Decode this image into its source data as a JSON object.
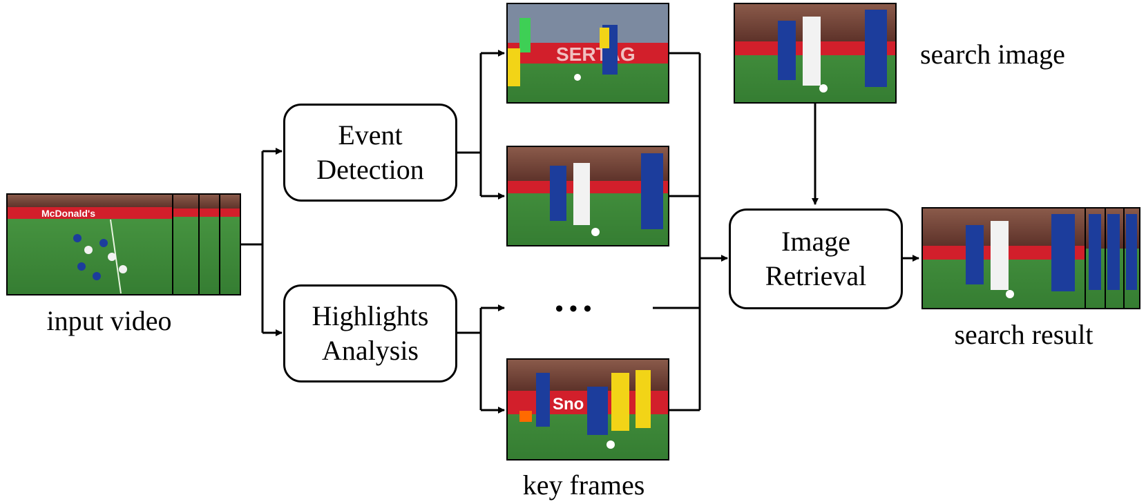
{
  "labels": {
    "input_video": "input video",
    "key_frames": "key frames",
    "search_image": "search image",
    "search_result": "search result",
    "ellipsis": "• • •"
  },
  "nodes": {
    "event_detection": [
      "Event",
      "Detection"
    ],
    "highlights_analysis": [
      "Highlights",
      "Analysis"
    ],
    "image_retrieval": [
      "Image",
      "Retrieval"
    ]
  },
  "frame_overlays": {
    "input_banner": "McDonald's",
    "kf1_banner": "SERTAG",
    "kf3_banner": "Sno"
  },
  "colors": {
    "grass": "#3f8a3a",
    "crowd": "#6b3a2e",
    "board_red": "#d21f2b",
    "france_blue": "#1c3d9c",
    "opponent_white": "#f2f2f2",
    "romania_yellow": "#f2d417",
    "keeper_green": "#3ecf55",
    "line": "#000000"
  }
}
